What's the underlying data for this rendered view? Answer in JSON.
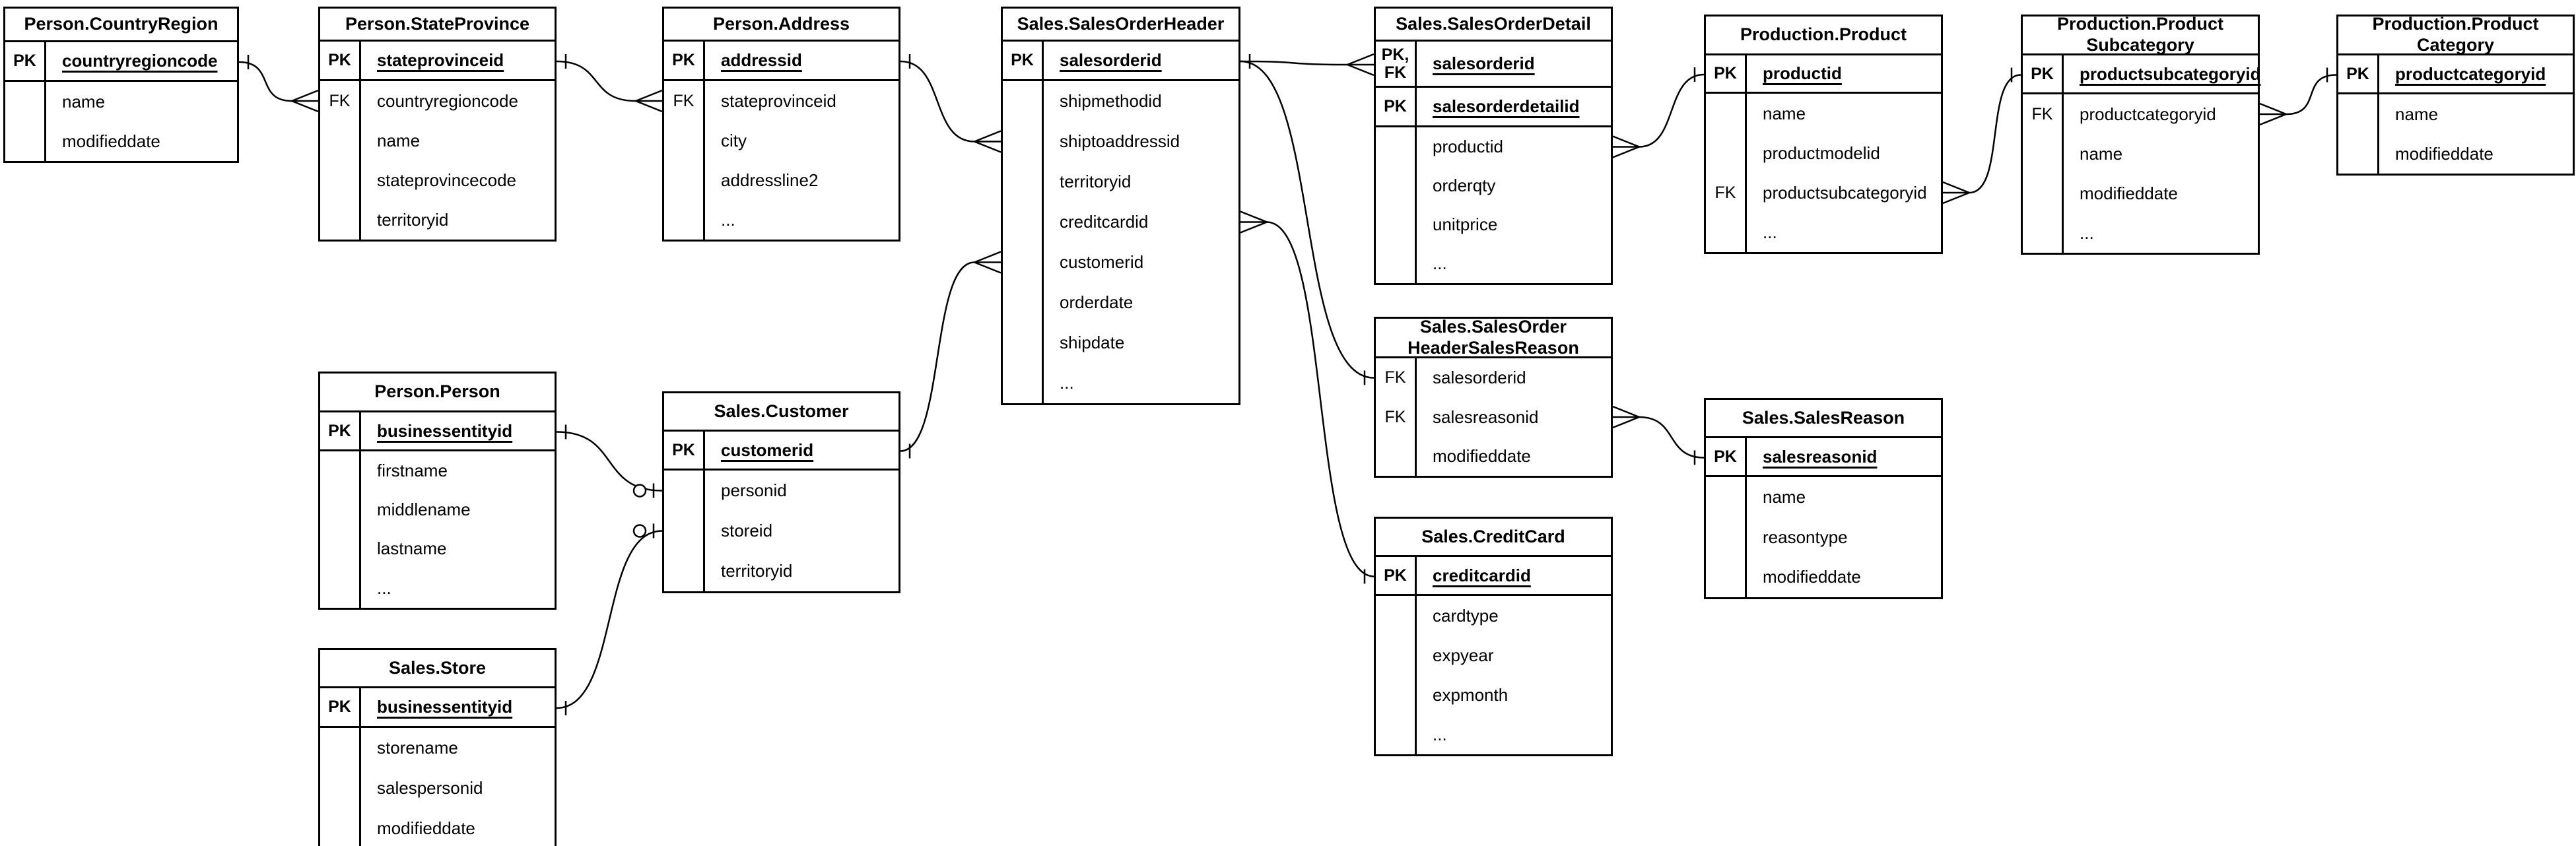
{
  "diagram": {
    "type": "entity-relationship",
    "colors": {
      "line": "#000000",
      "background": "#ffffff",
      "entity_fill": "#ffffff",
      "text": "#000000"
    },
    "entities": [
      {
        "id": "country_region",
        "title": [
          "Person.CountryRegion"
        ],
        "rows": [
          {
            "key": "PK",
            "field": "countryregioncode",
            "pk": true,
            "section": "key"
          },
          {
            "key": "",
            "field": "name"
          },
          {
            "key": "",
            "field": "modifieddate"
          }
        ]
      },
      {
        "id": "state_province",
        "title": [
          "Person.StateProvince"
        ],
        "rows": [
          {
            "key": "PK",
            "field": "stateprovinceid",
            "pk": true,
            "section": "key"
          },
          {
            "key": "FK",
            "field": "countryregioncode"
          },
          {
            "key": "",
            "field": "name"
          },
          {
            "key": "",
            "field": "stateprovincecode"
          },
          {
            "key": "",
            "field": "territoryid"
          }
        ]
      },
      {
        "id": "address",
        "title": [
          "Person.Address"
        ],
        "rows": [
          {
            "key": "PK",
            "field": "addressid",
            "pk": true,
            "section": "key"
          },
          {
            "key": "FK",
            "field": "stateprovinceid"
          },
          {
            "key": "",
            "field": "city"
          },
          {
            "key": "",
            "field": "addressline2"
          },
          {
            "key": "",
            "field": "..."
          }
        ]
      },
      {
        "id": "sales_order_header",
        "title": [
          "Sales.SalesOrderHeader"
        ],
        "rows": [
          {
            "key": "PK",
            "field": "salesorderid",
            "pk": true,
            "section": "key"
          },
          {
            "key": "",
            "field": "shipmethodid"
          },
          {
            "key": "",
            "field": "shiptoaddressid"
          },
          {
            "key": "",
            "field": "territoryid"
          },
          {
            "key": "",
            "field": "creditcardid"
          },
          {
            "key": "",
            "field": "customerid"
          },
          {
            "key": "",
            "field": "orderdate"
          },
          {
            "key": "",
            "field": "shipdate"
          },
          {
            "key": "",
            "field": "..."
          }
        ]
      },
      {
        "id": "sales_order_detail",
        "title": [
          "Sales.SalesOrderDetail"
        ],
        "rows": [
          {
            "key": "PK,\nFK",
            "field": "salesorderid",
            "pk": true,
            "section": "key"
          },
          {
            "key": "PK",
            "field": "salesorderdetailid",
            "pk": true,
            "section": "key"
          },
          {
            "key": "",
            "field": "productid"
          },
          {
            "key": "",
            "field": "orderqty"
          },
          {
            "key": "",
            "field": "unitprice"
          },
          {
            "key": "",
            "field": "..."
          }
        ]
      },
      {
        "id": "product",
        "title": [
          "Production.Product"
        ],
        "rows": [
          {
            "key": "PK",
            "field": "productid",
            "pk": true,
            "section": "key"
          },
          {
            "key": "",
            "field": "name"
          },
          {
            "key": "",
            "field": "productmodelid"
          },
          {
            "key": "FK",
            "field": "productsubcategoryid"
          },
          {
            "key": "",
            "field": "..."
          }
        ]
      },
      {
        "id": "product_subcategory",
        "title": [
          "Production.Product",
          "Subcategory"
        ],
        "rows": [
          {
            "key": "PK",
            "field": "productsubcategoryid",
            "pk": true,
            "section": "key"
          },
          {
            "key": "FK",
            "field": "productcategoryid"
          },
          {
            "key": "",
            "field": "name"
          },
          {
            "key": "",
            "field": "modifieddate"
          },
          {
            "key": "",
            "field": "..."
          }
        ]
      },
      {
        "id": "product_category",
        "title": [
          "Production.Product",
          "Category"
        ],
        "rows": [
          {
            "key": "PK",
            "field": "productcategoryid",
            "pk": true,
            "section": "key"
          },
          {
            "key": "",
            "field": "name"
          },
          {
            "key": "",
            "field": "modifieddate"
          }
        ]
      },
      {
        "id": "person",
        "title": [
          "Person.Person"
        ],
        "rows": [
          {
            "key": "PK",
            "field": "businessentityid",
            "pk": true,
            "section": "key"
          },
          {
            "key": "",
            "field": "firstname"
          },
          {
            "key": "",
            "field": "middlename"
          },
          {
            "key": "",
            "field": "lastname"
          },
          {
            "key": "",
            "field": "..."
          }
        ]
      },
      {
        "id": "customer",
        "title": [
          "Sales.Customer"
        ],
        "rows": [
          {
            "key": "PK",
            "field": "customerid",
            "pk": true,
            "section": "key"
          },
          {
            "key": "",
            "field": "personid"
          },
          {
            "key": "",
            "field": "storeid"
          },
          {
            "key": "",
            "field": "territoryid"
          }
        ]
      },
      {
        "id": "store",
        "title": [
          "Sales.Store"
        ],
        "rows": [
          {
            "key": "PK",
            "field": "businessentityid",
            "pk": true,
            "section": "key"
          },
          {
            "key": "",
            "field": "storename"
          },
          {
            "key": "",
            "field": "salespersonid"
          },
          {
            "key": "",
            "field": "modifieddate"
          }
        ]
      },
      {
        "id": "sohsr",
        "title": [
          "Sales.SalesOrder",
          "HeaderSalesReason"
        ],
        "rows": [
          {
            "key": "FK",
            "field": "salesorderid"
          },
          {
            "key": "FK",
            "field": "salesreasonid"
          },
          {
            "key": "",
            "field": "modifieddate"
          }
        ]
      },
      {
        "id": "sales_reason",
        "title": [
          "Sales.SalesReason"
        ],
        "rows": [
          {
            "key": "PK",
            "field": "salesreasonid",
            "pk": true,
            "section": "key"
          },
          {
            "key": "",
            "field": "name"
          },
          {
            "key": "",
            "field": "reasontype"
          },
          {
            "key": "",
            "field": "modifieddate"
          }
        ]
      },
      {
        "id": "credit_card",
        "title": [
          "Sales.CreditCard"
        ],
        "rows": [
          {
            "key": "PK",
            "field": "creditcardid",
            "pk": true,
            "section": "key"
          },
          {
            "key": "",
            "field": "cardtype"
          },
          {
            "key": "",
            "field": "expyear"
          },
          {
            "key": "",
            "field": "expmonth"
          },
          {
            "key": "",
            "field": "..."
          }
        ]
      }
    ],
    "relationships": [
      {
        "from": "country_region.countryregioncode",
        "from_cardinality": "one",
        "to": "state_province.countryregioncode",
        "to_cardinality": "many"
      },
      {
        "from": "state_province.stateprovinceid",
        "from_cardinality": "one",
        "to": "address.stateprovinceid",
        "to_cardinality": "many"
      },
      {
        "from": "address.addressid",
        "from_cardinality": "one",
        "to": "sales_order_header.shiptoaddressid",
        "to_cardinality": "many"
      },
      {
        "from": "customer.customerid",
        "from_cardinality": "one",
        "to": "sales_order_header.customerid",
        "to_cardinality": "many"
      },
      {
        "from": "sales_order_header.salesorderid",
        "from_cardinality": "one",
        "to": "sales_order_detail.salesorderid",
        "to_cardinality": "many"
      },
      {
        "from": "sales_order_header.salesorderid",
        "from_cardinality": "none",
        "to": "sohsr.salesorderid",
        "to_cardinality": "one"
      },
      {
        "from": "sales_order_header.creditcardid",
        "from_cardinality": "many",
        "to": "credit_card.creditcardid",
        "to_cardinality": "one"
      },
      {
        "from": "sales_order_detail.productid",
        "from_cardinality": "many",
        "to": "product.productid",
        "to_cardinality": "one"
      },
      {
        "from": "product.productsubcategoryid",
        "from_cardinality": "many",
        "to": "product_subcategory.productsubcategoryid",
        "to_cardinality": "one"
      },
      {
        "from": "product_subcategory.productcategoryid",
        "from_cardinality": "many",
        "to": "product_category.productcategoryid",
        "to_cardinality": "one"
      },
      {
        "from": "sohsr.salesreasonid",
        "from_cardinality": "many",
        "to": "sales_reason.salesreasonid",
        "to_cardinality": "one"
      },
      {
        "from": "person.businessentityid",
        "from_cardinality": "one",
        "to": "customer.personid",
        "to_cardinality": "zero-or-one"
      },
      {
        "from": "store.businessentityid",
        "from_cardinality": "one",
        "to": "customer.storeid",
        "to_cardinality": "zero-or-one"
      }
    ]
  }
}
